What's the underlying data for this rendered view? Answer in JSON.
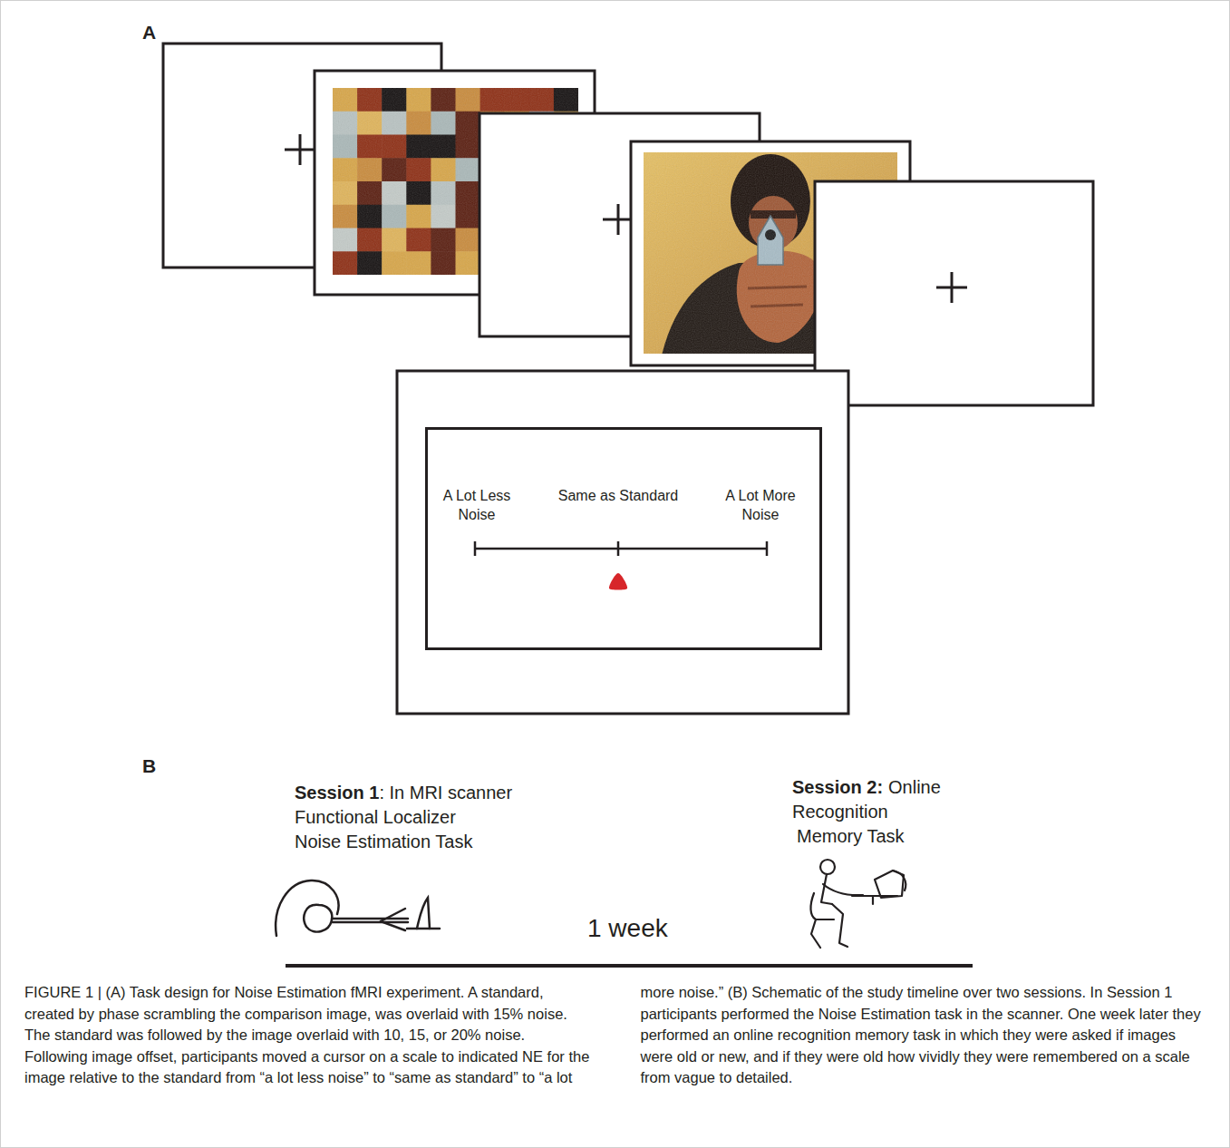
{
  "diagram": {
    "caption": "FIGURE 1 | (A) Task design for Noise Estimation fMRI experiment. A standard, created by phase scrambling the comparison image, was overlaid with 15% noise. The standard was followed by the image overlaid with 10, 15, or 20% noise. Following image offset, participants moved a cursor on a scale to indicated NE for the image relative to the standard from “a lot less noise” to “same as standard” to “a lot more noise.” (B) Schematic of the study timeline over two sessions. In Session 1 participants performed the Noise Estimation task in the scanner. One week later they performed an online recognition memory task in which they were asked if images were old or new, and if they were old how vividly they were remembered on a scale from vague to detailed.",
    "nodes": [
      {
        "text": [
          "A Lot Less Noise",
          "Same as Standard",
          "A Lot More Noise"
        ]
      }
    ],
    "labels": [
      "A",
      "B",
      "Session 1",
      ": In MRI scanner",
      "Functional Localizer",
      "Noise Estimation Task",
      "Session 2:",
      "Online",
      "Recognition",
      "Memory Task",
      "1 week"
    ]
  }
}
